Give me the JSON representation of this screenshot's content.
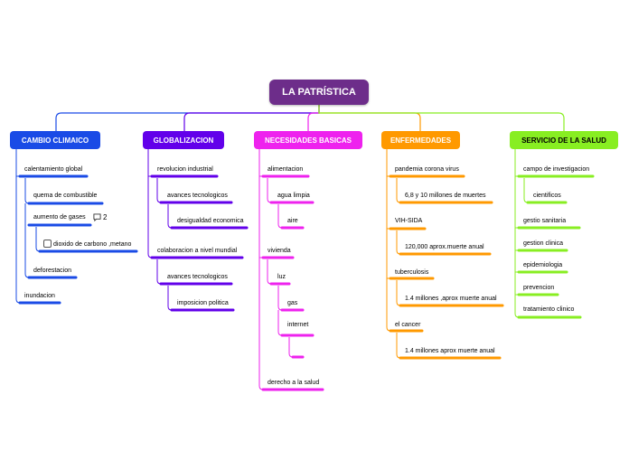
{
  "root": {
    "title": "LA PATRÍSTICA",
    "color": "#6d2d8a"
  },
  "branches": {
    "cambio": {
      "title": "CAMBIO CLIMAICO",
      "color": "#1a4be6",
      "items": [
        "calentamiento global",
        "quema de combustible",
        "aumento de gases",
        "dioxido de carbono ,metano",
        "deforestacion",
        "inundacion"
      ],
      "comment_count": "2"
    },
    "global": {
      "title": "GLOBALIZACION",
      "color": "#6200ea",
      "items": [
        "revolucion industrial",
        "avances tecnologicos",
        "desigualdad economica",
        "colaboracion a nivel mundial",
        "avances tecnologicos",
        "imposicion politica"
      ]
    },
    "necesidades": {
      "title": "NECESIDADES BASICAS",
      "color": "#ee22ee",
      "items": [
        "alimentacion",
        "agua limpia",
        "aire",
        "vivienda",
        "luz",
        "gas",
        "internet",
        "",
        "derecho a la salud"
      ]
    },
    "enfermedades": {
      "title": "ENFERMEDADES",
      "color": "#ff9900",
      "items": [
        "pandemia corona virus",
        "6,8 y 10 millones de muertes",
        "VIH-SIDA",
        "120,000 aprox.muerte anual",
        "tuberculosis",
        "1.4 millones ,aprox muerte anual",
        "el cancer",
        "1.4 millones aprox muerte anual"
      ]
    },
    "salud": {
      "title": "SERVICIO DE LA SALUD",
      "color": "#88ee22",
      "items": [
        "campo de investigacion",
        "cientificos",
        "gestio sanitaria",
        "gestion clinica",
        "epidemiologia",
        "prevencion",
        "tratamiento clinico"
      ]
    }
  }
}
